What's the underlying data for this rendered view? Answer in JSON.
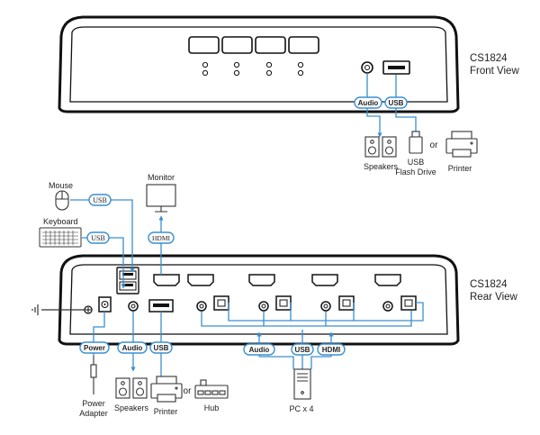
{
  "front": {
    "model": "CS1824",
    "view": "Front View"
  },
  "rear": {
    "model": "CS1824",
    "view": "Rear View"
  },
  "tags": {
    "front_audio": "Audio",
    "front_usb": "USB",
    "mouse_usb": "USB",
    "keyboard_usb": "USB",
    "monitor_hdmi": "HDMI",
    "power": "Power",
    "rear_audio": "Audio",
    "rear_usb": "USB",
    "pc_audio": "Audio",
    "pc_usb": "USB",
    "pc_hdmi": "HDMI"
  },
  "devices": {
    "front_speakers": "Speakers",
    "front_flash_line1": "USB",
    "front_flash_line2": "Flash Drive",
    "front_or": "or",
    "front_printer": "Printer",
    "mouse": "Mouse",
    "keyboard": "Keyboard",
    "monitor": "Monitor",
    "power_line1": "Power",
    "power_line2": "Adapter",
    "rear_speakers": "Speakers",
    "rear_printer": "Printer",
    "rear_or": "or",
    "hub": "Hub",
    "pc": "PC x 4"
  },
  "colors": {
    "accent": "#3a8fd0",
    "line": "#333333"
  }
}
